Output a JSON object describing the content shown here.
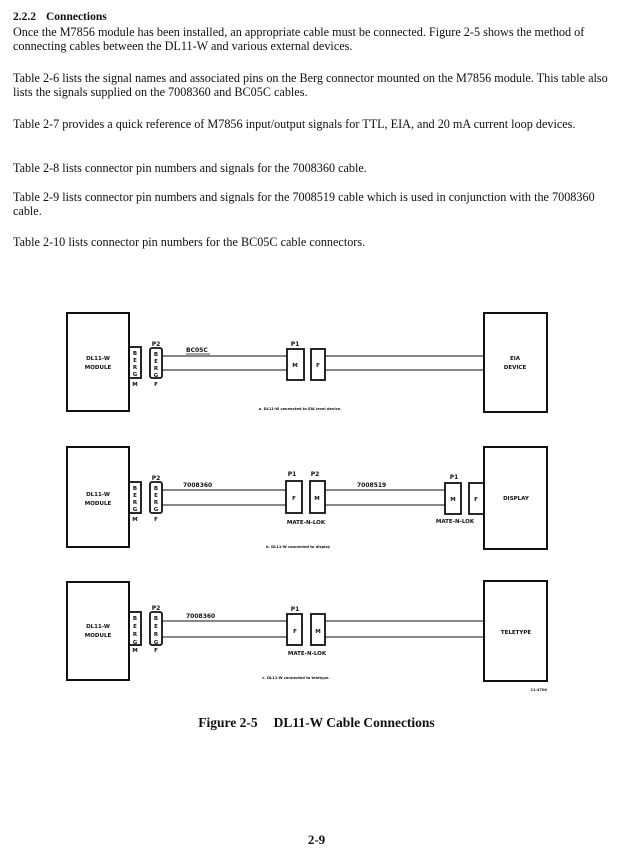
{
  "section": {
    "number": "2.2.2",
    "title": "Connections"
  },
  "paragraphs": [
    "Once the M7856 module has been installed, an appropriate cable must be connected. Figure 2-5 shows the method of connecting cables between the DL11-W and various external devices.",
    "Table 2-6 lists the signal names and associated pins on the Berg connector mounted on the M7856 module. This table also lists the signals supplied on the 7008360 and BC05C cables.",
    "Table 2-7 provides a quick reference of M7856 input/output signals for TTL, EIA, and 20 mA current loop devices.",
    "Table 2-8 lists connector pin numbers and signals for the 7008360 cable.",
    "Table 2-9 lists connector pin numbers and signals for the 7008519 cable which is used in conjunction with the 7008360 cable.",
    "Table 2-10 lists connector pin numbers for the BC05C cable connectors."
  ],
  "figure": {
    "label": "Figure 2-5",
    "title": "DL11-W Cable Connections",
    "drawing_number": "11-4700",
    "module_label_line1": "DL11-W",
    "module_label_line2": "MODULE",
    "berg_letters": [
      "B",
      "E",
      "R",
      "G"
    ],
    "gender_m": "M",
    "gender_f": "F",
    "p1": "P1",
    "p2": "P2",
    "mate_n_lok": "MATE-N-LOK",
    "diagrams": [
      {
        "id": "a",
        "cable1": "BC05C",
        "device_line1": "EIA",
        "device_line2": "DEVICE",
        "caption": "a. DL11-W connected to EIA level device."
      },
      {
        "id": "b",
        "cable1": "7008360",
        "cable2": "7008519",
        "device_line1": "DISPLAY",
        "caption": "b. DL11-W connected to display"
      },
      {
        "id": "c",
        "cable1": "7008360",
        "device_line1": "TELETYPE",
        "caption": "c. DL11-W connected to teletype."
      }
    ]
  },
  "page_number": "2-9"
}
